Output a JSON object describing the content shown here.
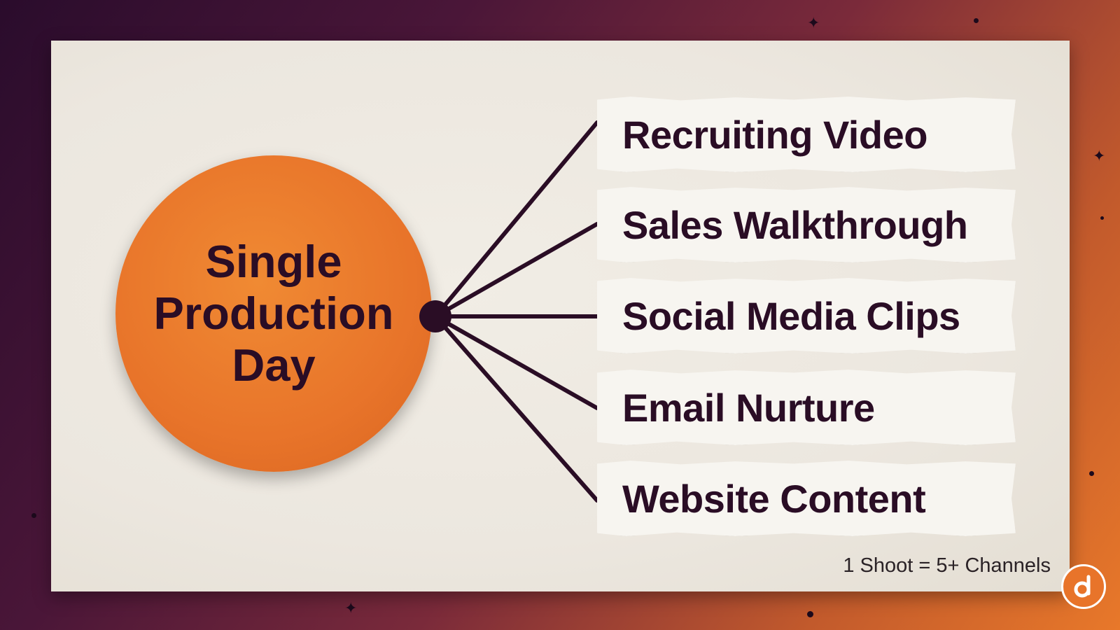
{
  "hub": {
    "line1": "Single",
    "line2": "Production",
    "line3": "Day"
  },
  "channels": [
    {
      "label": "Recruiting Video"
    },
    {
      "label": "Sales Walkthrough"
    },
    {
      "label": "Social Media Clips"
    },
    {
      "label": "Email Nurture"
    },
    {
      "label": "Website Content"
    }
  ],
  "caption": "1 Shoot = 5+ Channels",
  "colors": {
    "hub": "#e8742a",
    "ink": "#2a0d25",
    "card": "#ece7df"
  },
  "icons": {
    "brand": "brand-logo-d-icon"
  }
}
